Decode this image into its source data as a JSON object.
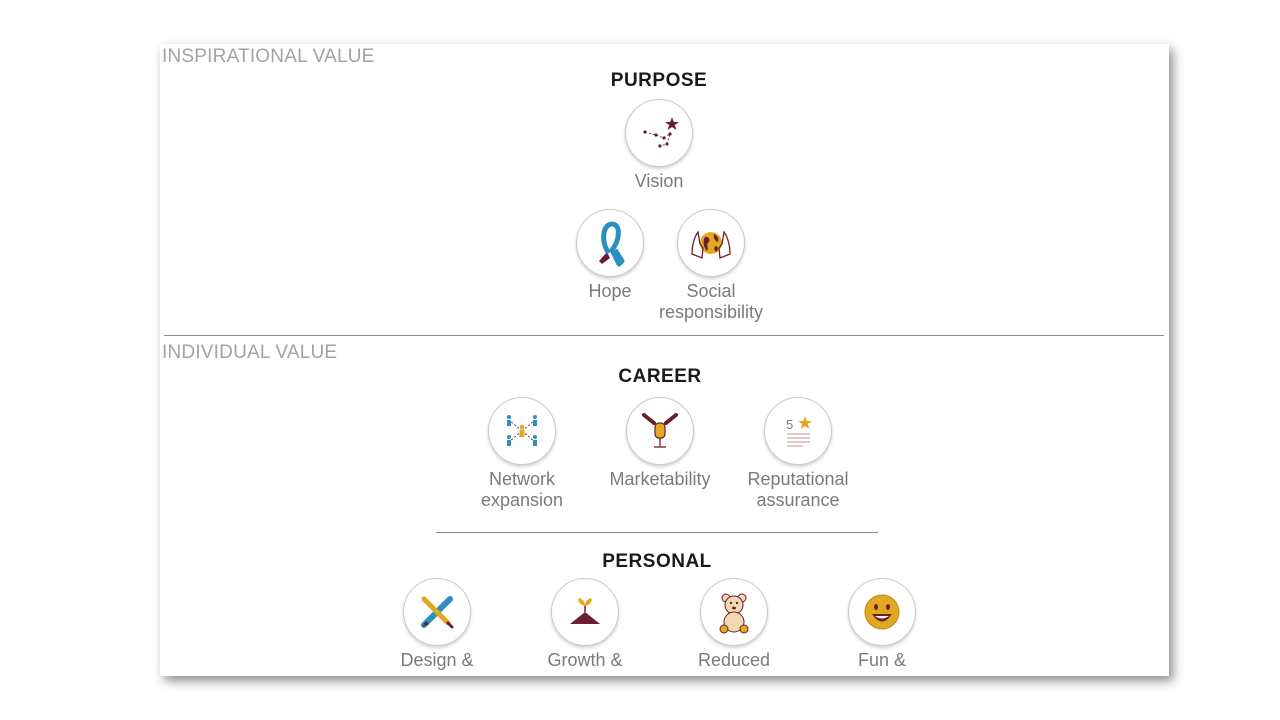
{
  "sections": {
    "inspirational": {
      "label": "INSPIRATIONAL VALUE",
      "heading": "PURPOSE",
      "items": [
        {
          "line1": "Vision",
          "line2": "",
          "icon": "constellation-icon"
        },
        {
          "line1": "Hope",
          "line2": "",
          "icon": "ribbon-icon"
        },
        {
          "line1": "Social",
          "line2": "responsibility",
          "icon": "hands-globe-icon"
        }
      ]
    },
    "individual": {
      "label": "INDIVIDUAL VALUE",
      "career": {
        "heading": "CAREER",
        "items": [
          {
            "line1": "Network",
            "line2": "expansion",
            "icon": "network-icon"
          },
          {
            "line1": "Marketability",
            "line2": "",
            "icon": "microphone-icon"
          },
          {
            "line1": "Reputational",
            "line2": "assurance",
            "icon": "rating-icon"
          }
        ]
      },
      "personal": {
        "heading": "PERSONAL",
        "items": [
          {
            "line1": "Design &",
            "icon": "pencil-brush-icon"
          },
          {
            "line1": "Growth &",
            "icon": "sprout-icon"
          },
          {
            "line1": "Reduced",
            "icon": "teddy-bear-icon"
          },
          {
            "line1": "Fun &",
            "icon": "smiley-icon"
          }
        ]
      }
    }
  },
  "colors": {
    "maroon": "#6b1e2e",
    "gold": "#e2a920",
    "blue": "#2c8fc4",
    "label_gray": "#a3a3a3",
    "caption_gray": "#7a7a7a"
  }
}
